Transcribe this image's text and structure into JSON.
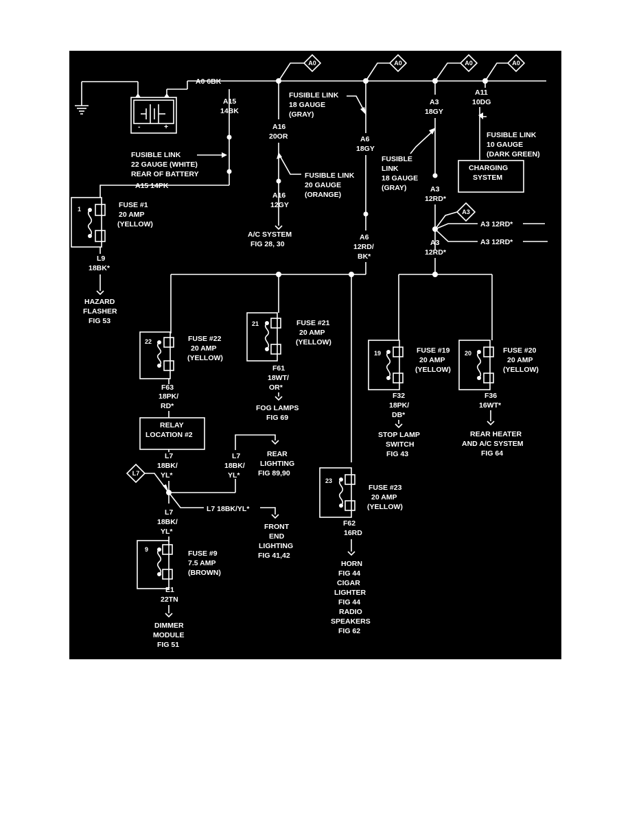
{
  "battery": {
    "minus": "-",
    "plus": "+"
  },
  "top_bus": {
    "wire": "A0 6BK",
    "connectors": [
      "A0",
      "A0",
      "A0",
      "A0"
    ]
  },
  "a15": {
    "top": "A15",
    "gauge": "14BK",
    "link_l1": "FUSIBLE LINK",
    "link_l2": "22 GAUGE (WHITE)",
    "link_l3": "REAR OF BATTERY",
    "bottom": "A15 14PK"
  },
  "a16": {
    "top": "A16",
    "gauge_top": "20OR",
    "link_l1": "FUSIBLE LINK",
    "link_l2": "20 GAUGE",
    "link_l3": "(ORANGE)",
    "bottom": "A16",
    "gauge_bottom": "12GY",
    "dest_l1": "A/C SYSTEM",
    "dest_l2": "FIG 28, 30"
  },
  "a6": {
    "link_l1": "FUSIBLE LINK",
    "link_l2": "18 GAUGE",
    "link_l3": "(GRAY)",
    "top": "A6",
    "gauge_top": "18GY",
    "bottom": "A6",
    "gauge_bottom_1": "12RD/",
    "gauge_bottom_2": "BK*"
  },
  "a3": {
    "top": "A3",
    "gauge_top": "18GY",
    "link_l1": "FUSIBLE",
    "link_l2": "LINK",
    "link_l3": "18 GAUGE",
    "link_l4": "(GRAY)",
    "mid": "A3",
    "mid_gauge": "12RD*",
    "connector": "A3",
    "branch_1": "A3 12RD*",
    "branch_2": "A3 12RD*",
    "low": "A3",
    "low_gauge": "12RD*"
  },
  "a11": {
    "top": "A11",
    "gauge": "10DG",
    "link_l1": "FUSIBLE LINK",
    "link_l2": "10 GAUGE",
    "link_l3": "(DARK GREEN)",
    "charging_l1": "CHARGING",
    "charging_l2": "SYSTEM"
  },
  "fuse1": {
    "num": "1",
    "l1": "FUSE #1",
    "l2": "20 AMP",
    "l3": "(YELLOW)",
    "wire": "L9",
    "gauge": "18BK*",
    "dest_l1": "HAZARD",
    "dest_l2": "FLASHER",
    "dest_l3": "FIG 53"
  },
  "fuse21": {
    "num": "21",
    "l1": "FUSE #21",
    "l2": "20 AMP",
    "l3": "(YELLOW)",
    "wire": "F61",
    "gauge_1": "18WT/",
    "gauge_2": "OR*",
    "dest_l1": "FOG LAMPS",
    "dest_l2": "FIG 69"
  },
  "fuse22": {
    "num": "22",
    "l1": "FUSE #22",
    "l2": "20 AMP",
    "l3": "(YELLOW)",
    "wire": "F63",
    "gauge_1": "18PK/",
    "gauge_2": "RD*"
  },
  "relay": {
    "l1": "RELAY",
    "l2": "LOCATION #2"
  },
  "l7": {
    "wire_a": "L7",
    "gauge_a1": "18BK/",
    "gauge_a2": "YL*",
    "connector": "L7",
    "wire_b": "L7",
    "gauge_b1": "18BK/",
    "gauge_b2": "YL*",
    "wire_c": "L7",
    "gauge_c1": "18BK/",
    "gauge_c2": "YL*",
    "horiz": "L7 18BK/YL*",
    "rear_l1": "REAR",
    "rear_l2": "LIGHTING",
    "rear_l3": "FIG 89,90",
    "front_l1": "FRONT",
    "front_l2": "END",
    "front_l3": "LIGHTING",
    "front_l4": "FIG 41,42"
  },
  "fuse9": {
    "num": "9",
    "l1": "FUSE #9",
    "l2": "7.5 AMP",
    "l3": "(BROWN)",
    "wire": "E1",
    "gauge": "22TN",
    "dest_l1": "DIMMER",
    "dest_l2": "MODULE",
    "dest_l3": "FIG 51"
  },
  "fuse23": {
    "num": "23",
    "l1": "FUSE #23",
    "l2": "20 AMP",
    "l3": "(YELLOW)",
    "wire": "F62",
    "gauge": "16RD",
    "dest_l1": "HORN",
    "dest_l2": "FIG 44",
    "dest_l3": "CIGAR",
    "dest_l4": "LIGHTER",
    "dest_l5": "FIG 44",
    "dest_l6": "RADIO",
    "dest_l7": "SPEAKERS",
    "dest_l8": "FIG 62"
  },
  "fuse19": {
    "num": "19",
    "l1": "FUSE #19",
    "l2": "20 AMP",
    "l3": "(YELLOW)",
    "wire": "F32",
    "gauge_1": "18PK/",
    "gauge_2": "DB*",
    "dest_l1": "STOP LAMP",
    "dest_l2": "SWITCH",
    "dest_l3": "FIG 43"
  },
  "fuse20": {
    "num": "20",
    "l1": "FUSE #20",
    "l2": "20 AMP",
    "l3": "(YELLOW)",
    "wire": "F36",
    "gauge": "16WT*",
    "dest_l1": "REAR HEATER",
    "dest_l2": "AND A/C SYSTEM",
    "dest_l3": "FIG 64"
  },
  "colors": {
    "background": "#000000",
    "line": "#ffffff"
  }
}
